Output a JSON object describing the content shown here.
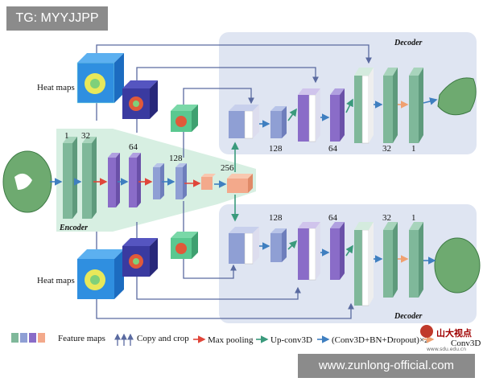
{
  "watermark_top": "TG: MYYJJPP",
  "watermark_bottom": "www.zunlong-official.com",
  "logo_text": "山大视点",
  "logo_sub": "www.sdu.edu.cn",
  "labels": {
    "decoder_top": "Decoder",
    "decoder_bottom": "Decoder",
    "encoder": "Encoder",
    "heatmaps_top": "Heat maps",
    "heatmaps_bottom": "Heat maps"
  },
  "channels": {
    "enc_1": "1",
    "enc_32": "32",
    "enc_64": "64",
    "enc_128": "128",
    "enc_256": "256",
    "dec_top_128": "128",
    "dec_top_64": "64",
    "dec_top_32": "32",
    "dec_top_1": "1",
    "dec_bot_128": "128",
    "dec_bot_64": "64",
    "dec_bot_32": "32",
    "dec_bot_1": "1"
  },
  "legend": {
    "feature_maps": "Feature maps",
    "copy_crop": "Copy and crop",
    "max_pooling": "Max pooling",
    "upconv": "Up-conv3D",
    "conv": "(Conv3D+BN+Dropout)×2",
    "conv_tail": "Conv3D"
  },
  "colors": {
    "teal": "#7fb89a",
    "blue": "#8f9fd4",
    "purple": "#8a6cc8",
    "salmon": "#f3a98b",
    "decoder_panel": "#dfe5f2",
    "encoder_panel": "#d7efe2",
    "arrow_blue": "#3f7fc0",
    "arrow_green": "#3a9a7c",
    "arrow_red": "#e0463a",
    "arrow_orange": "#f0a070",
    "copy_line": "#5a6aa0"
  }
}
